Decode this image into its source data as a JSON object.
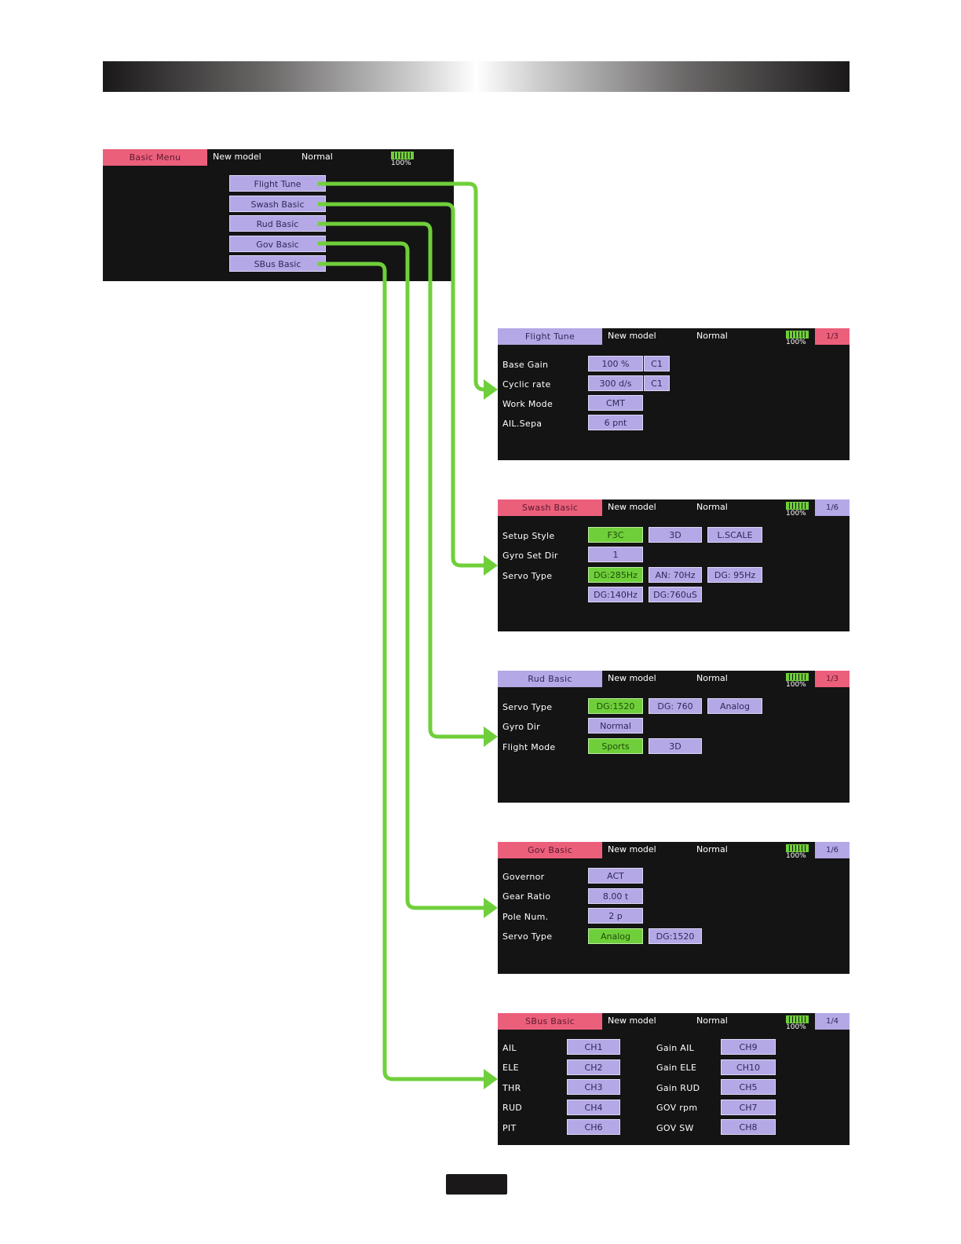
{
  "basic_menu": {
    "title": "Basic Menu",
    "model": "New model",
    "condition": "Normal",
    "battery": "100%",
    "items": [
      "Flight Tune",
      "Swash Basic",
      "Rud Basic",
      "Gov Basic",
      "SBus Basic"
    ]
  },
  "flight_tune": {
    "title": "Flight Tune",
    "model": "New model",
    "condition": "Normal",
    "battery": "100%",
    "page": "1/3",
    "labels": [
      "Base Gain",
      "Cyclic rate",
      "Work Mode",
      "AIL.Sepa"
    ],
    "values": [
      "100 %",
      "C1",
      "300 d/s",
      "C1",
      "CMT",
      "6 pnt"
    ]
  },
  "swash_basic": {
    "title": "Swash Basic",
    "model": "New model",
    "condition": "Normal",
    "battery": "100%",
    "page": "1/6",
    "labels": [
      "Setup Style",
      "Gyro Set Dir",
      "Servo Type"
    ],
    "values": [
      "F3C",
      "3D",
      "L.SCALE",
      "1",
      "DG:285Hz",
      "AN: 70Hz",
      "DG: 95Hz",
      "DG:140Hz",
      "DG:760uS"
    ]
  },
  "rud_basic": {
    "title": "Rud Basic",
    "model": "New model",
    "condition": "Normal",
    "battery": "100%",
    "page": "1/3",
    "labels": [
      "Servo Type",
      "Gyro Dir",
      "Flight Mode"
    ],
    "values": [
      "DG:1520",
      "DG: 760",
      "Analog",
      "Normal",
      "Sports",
      "3D"
    ]
  },
  "gov_basic": {
    "title": "Gov Basic",
    "model": "New model",
    "condition": "Normal",
    "battery": "100%",
    "page": "1/6",
    "labels": [
      "Governor",
      "Gear Ratio",
      "Pole Num.",
      "Servo Type"
    ],
    "values": [
      "ACT",
      "8.00 t",
      "2 p",
      "Analog",
      "DG:1520"
    ]
  },
  "sbus_basic": {
    "title": "SBus Basic",
    "model": "New model",
    "condition": "Normal",
    "battery": "100%",
    "page": "1/4",
    "left_labels": [
      "AIL",
      "ELE",
      "THR",
      "RUD",
      "PIT"
    ],
    "left_values": [
      "CH1",
      "CH2",
      "CH3",
      "CH4",
      "CH6"
    ],
    "right_labels": [
      "Gain AIL",
      "Gain ELE",
      "Gain RUD",
      "GOV rpm",
      "GOV SW"
    ],
    "right_values": [
      "CH9",
      "CH10",
      "CH5",
      "CH7",
      "CH8"
    ]
  },
  "colors": {
    "active_title": "#ec5f7b",
    "inactive_title": "#b5a8e6",
    "selected_option": "#6fcf3a",
    "connector": "#6fcf3a",
    "screen_bg": "#141414"
  }
}
